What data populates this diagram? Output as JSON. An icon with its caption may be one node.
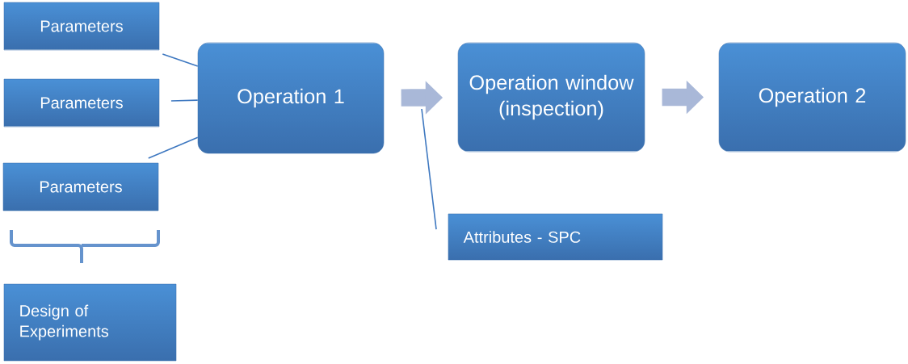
{
  "diagram": {
    "nodes": [
      {
        "text": [
          "Parameters"
        ]
      },
      {
        "text": [
          "Parameters"
        ]
      },
      {
        "text": [
          "Parameters"
        ]
      },
      {
        "text": [
          "Design of Experiments"
        ]
      },
      {
        "text": [
          "Operation 1"
        ]
      },
      {
        "text": [
          "Operation window (inspection)"
        ]
      },
      {
        "text": [
          "Operation 2"
        ]
      },
      {
        "text": [
          "Attributes - SPC"
        ]
      }
    ],
    "edges": [
      {
        "from": 0,
        "to": 4,
        "arrow": "none"
      },
      {
        "from": 1,
        "to": 4,
        "arrow": "none"
      },
      {
        "from": 2,
        "to": 4,
        "arrow": "none"
      },
      {
        "from": 4,
        "to": 5,
        "arrow": "to",
        "style": "thick",
        "color": "#a9b8d8"
      },
      {
        "from": 5,
        "to": 6,
        "arrow": "to",
        "style": "thick",
        "color": "#a9b8d8"
      },
      {
        "from": 7,
        "to": null,
        "arrow": "none"
      }
    ]
  }
}
